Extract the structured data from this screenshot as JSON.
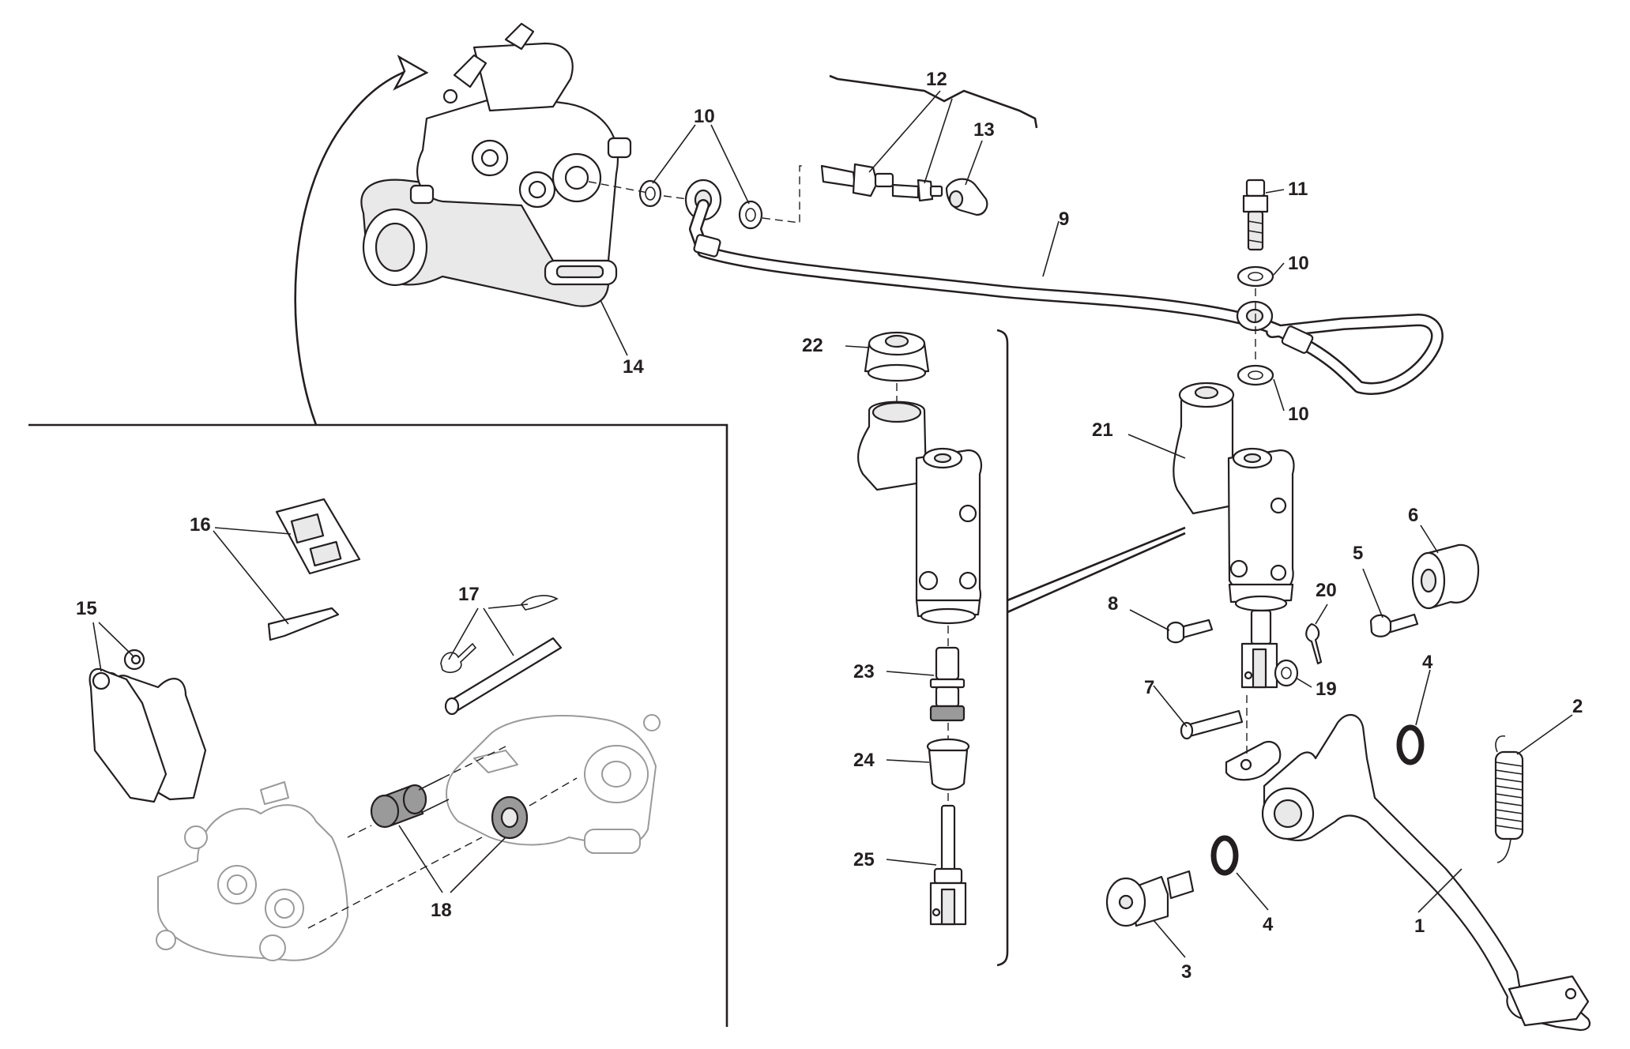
{
  "diagram": {
    "labels": {
      "l1": "1",
      "l2": "2",
      "l3": "3",
      "l4a": "4",
      "l4b": "4",
      "l5": "5",
      "l6": "6",
      "l7": "7",
      "l8": "8",
      "l9": "9",
      "l10a": "10",
      "l10b": "10",
      "l10c": "10",
      "l11": "11",
      "l12": "12",
      "l13": "13",
      "l14": "14",
      "l15": "15",
      "l16": "16",
      "l17": "17",
      "l18": "18",
      "l19": "19",
      "l20": "20",
      "l21": "21",
      "l22": "22",
      "l23": "23",
      "l24": "24",
      "l25": "25"
    }
  }
}
